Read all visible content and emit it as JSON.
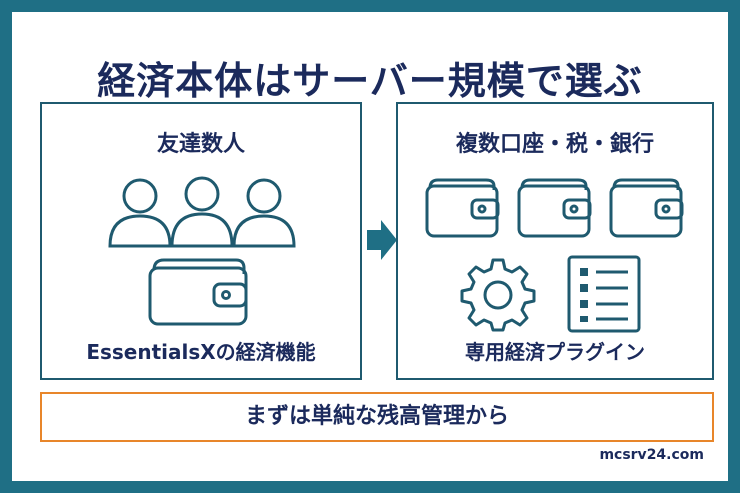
{
  "title": "経済本体はサーバー規模で選ぶ",
  "left_panel": {
    "heading": "友達数人",
    "caption": "EssentialsXの経済機能",
    "icons": [
      "users-icon",
      "wallet-icon"
    ]
  },
  "right_panel": {
    "heading": "複数口座・税・銀行",
    "caption": "専用経済プラグイン",
    "icons": [
      "wallet-icon",
      "wallet-icon",
      "wallet-icon",
      "gear-icon",
      "list-icon"
    ]
  },
  "banner": "まずは単純な残高管理から",
  "site": "mcsrv24.com",
  "colors": {
    "frame": "#1f6f85",
    "text": "#1b2a5c",
    "accent": "#e8862a",
    "icon_stroke": "#1f5a6f"
  }
}
